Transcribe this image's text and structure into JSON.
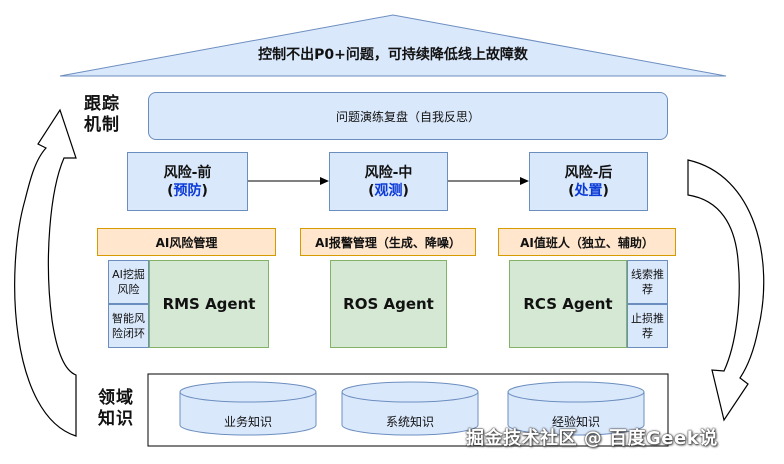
{
  "goal": "控制不出P0+问题，可持续降低线上故障数",
  "tracking": {
    "label_line1": "跟踪",
    "label_line2": "机制",
    "review": "问题演练复盘（自我反思）"
  },
  "phases": [
    {
      "title": "风险-前",
      "open": "(",
      "highlight": "预防",
      "close": ")"
    },
    {
      "title": "风险-中",
      "open": "(",
      "highlight": "观测",
      "close": ")"
    },
    {
      "title": "风险-后",
      "open": "(",
      "highlight": "处置",
      "close": ")"
    }
  ],
  "ai_modules": [
    "AI风险管理",
    "AI报警管理（生成、降噪）",
    "AI值班人（独立、辅助）"
  ],
  "agents": [
    "RMS Agent",
    "ROS Agent",
    "RCS Agent"
  ],
  "rms_side": [
    "AI挖掘风险",
    "智能风险闭环"
  ],
  "rcs_side": [
    "线索推荐",
    "止损推荐"
  ],
  "domain": {
    "label_line1": "领域",
    "label_line2": "知识",
    "items": [
      "业务知识",
      "系统知识",
      "经验知识"
    ]
  },
  "watermark": "掘金技术社区 @ 百度Geek说",
  "colors": {
    "blue_fill": "#dae8fc",
    "blue_stroke": "#6c8ebf",
    "orange_fill": "#ffe6cc",
    "orange_stroke": "#d79b00",
    "green_fill": "#d5e8d4",
    "green_stroke": "#82b366",
    "highlight": "#0b3ad6"
  }
}
